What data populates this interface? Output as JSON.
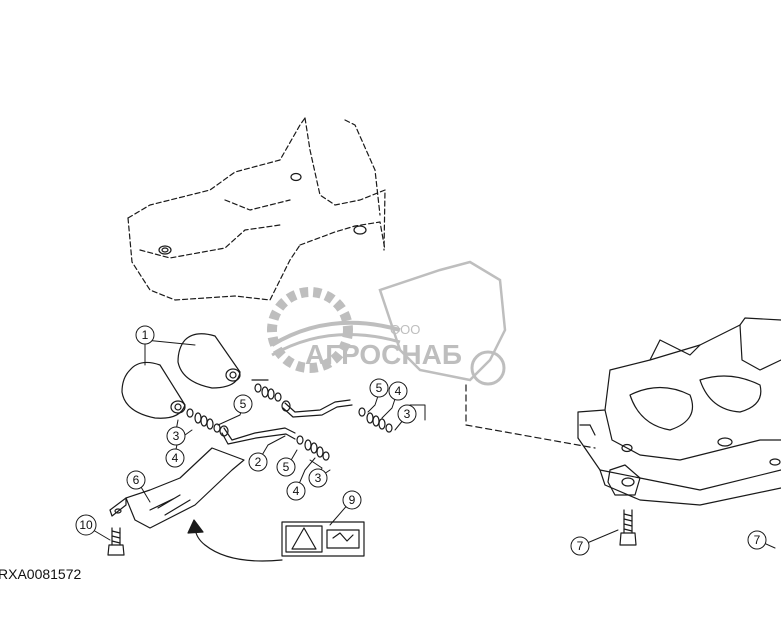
{
  "diagram": {
    "reference_code": "RXA0081572",
    "callouts": [
      {
        "id": "c1",
        "label": "1"
      },
      {
        "id": "c2",
        "label": "2"
      },
      {
        "id": "c3a",
        "label": "3"
      },
      {
        "id": "c3b",
        "label": "3"
      },
      {
        "id": "c3c",
        "label": "3"
      },
      {
        "id": "c4a",
        "label": "4"
      },
      {
        "id": "c4b",
        "label": "4"
      },
      {
        "id": "c4c",
        "label": "4"
      },
      {
        "id": "c5a",
        "label": "5"
      },
      {
        "id": "c5b",
        "label": "5"
      },
      {
        "id": "c5c",
        "label": "5"
      },
      {
        "id": "c6",
        "label": "6"
      },
      {
        "id": "c7a",
        "label": "7"
      },
      {
        "id": "c7b",
        "label": "7"
      },
      {
        "id": "c9",
        "label": "9"
      },
      {
        "id": "c10",
        "label": "10"
      }
    ]
  },
  "watermark": {
    "prefix": "ООО",
    "name": "АГРОСНАБ",
    "color": "#8a8a8a"
  },
  "colors": {
    "line": "#1a1a1a",
    "callout_fill": "#ffffff"
  }
}
